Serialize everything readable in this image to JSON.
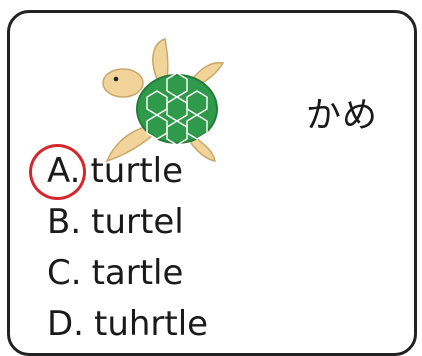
{
  "card": {
    "word": "かめ",
    "image_icon": "turtle-icon",
    "options": [
      {
        "letter": "A.",
        "text": "turtle",
        "circled": true
      },
      {
        "letter": "B.",
        "text": "turtel"
      },
      {
        "letter": "C.",
        "text": "tartle"
      },
      {
        "letter": "D.",
        "text": "tuhrtle"
      }
    ]
  },
  "colors": {
    "turtle_shell": "#2f9b4a",
    "turtle_skin": "#f2d49a",
    "circle": "#d6262b",
    "border": "#222222"
  }
}
